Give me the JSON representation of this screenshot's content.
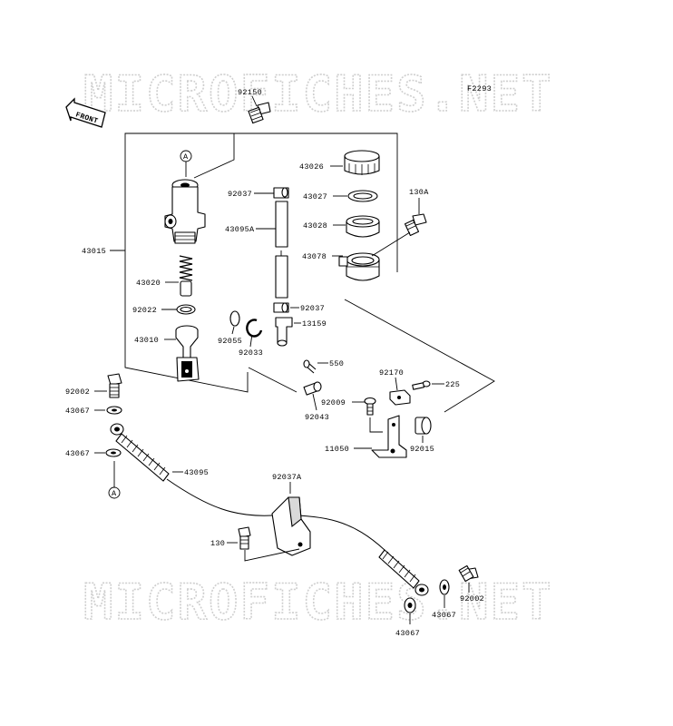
{
  "watermark": {
    "top": "MICROFICHES.NET",
    "bottom": "MICROFICHES.NET"
  },
  "figure_code": "F2293",
  "front_label": "FRONT",
  "ref_marker": "A",
  "labels": {
    "p92150": "92150",
    "p43015": "43015",
    "p43020": "43020",
    "p92022": "92022",
    "p43010": "43010",
    "p92055": "92055",
    "p92033": "92033",
    "p92037_top": "92037",
    "p43095A": "43095A",
    "p92037_mid": "92037",
    "p13159": "13159",
    "p43026": "43026",
    "p43027": "43027",
    "p43028": "43028",
    "p43078": "43078",
    "p130A": "130A",
    "p550": "550",
    "p92043": "92043",
    "p92170": "92170",
    "p225": "225",
    "p92009": "92009",
    "p11050": "11050",
    "p92015": "92015",
    "p92002_left": "92002",
    "p43067_a": "43067",
    "p43067_b": "43067",
    "p43095": "43095",
    "p92037A": "92037A",
    "p130": "130",
    "p92002_right": "92002",
    "p43067_c": "43067",
    "p43067_d": "43067"
  }
}
